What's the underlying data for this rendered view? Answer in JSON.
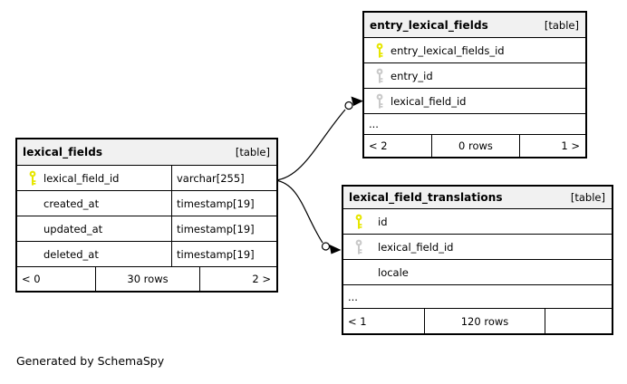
{
  "diagram": {
    "generator_note": "Generated by SchemaSpy"
  },
  "colors": {
    "background": "#ffffff",
    "header_bg": "#f1f1f1",
    "border": "#000000",
    "relationship_line": "#000000",
    "primary_key": "#e6e600",
    "foreign_key": "#c9c9c9"
  },
  "tables": {
    "entry_lexical_fields": {
      "name": "entry_lexical_fields",
      "kind": "[table]",
      "columns": [
        {
          "name": "entry_lexical_fields_id",
          "key": "primary"
        },
        {
          "name": "entry_id",
          "key": "foreign"
        },
        {
          "name": "lexical_field_id",
          "key": "foreign"
        }
      ],
      "ellipsis": "...",
      "footer": {
        "prev": "< 2",
        "rows": "0 rows",
        "next": "1 >"
      }
    },
    "lexical_fields": {
      "name": "lexical_fields",
      "kind": "[table]",
      "columns": [
        {
          "name": "lexical_field_id",
          "type": "varchar[255]",
          "key": "primary"
        },
        {
          "name": "created_at",
          "type": "timestamp[19]",
          "key": "none"
        },
        {
          "name": "updated_at",
          "type": "timestamp[19]",
          "key": "none"
        },
        {
          "name": "deleted_at",
          "type": "timestamp[19]",
          "key": "none"
        }
      ],
      "footer": {
        "prev": "< 0",
        "rows": "30 rows",
        "next": "2 >"
      }
    },
    "lexical_field_translations": {
      "name": "lexical_field_translations",
      "kind": "[table]",
      "columns": [
        {
          "name": "id",
          "key": "primary"
        },
        {
          "name": "lexical_field_id",
          "key": "foreign"
        },
        {
          "name": "locale",
          "key": "none"
        }
      ],
      "ellipsis": "...",
      "footer": {
        "prev": "< 1",
        "rows": "120 rows",
        "next": ""
      }
    }
  },
  "relationships": [
    {
      "from_table": "lexical_fields",
      "from_column": "lexical_field_id",
      "to_table": "entry_lexical_fields",
      "to_column": "lexical_field_id"
    },
    {
      "from_table": "lexical_fields",
      "from_column": "lexical_field_id",
      "to_table": "lexical_field_translations",
      "to_column": "lexical_field_id"
    }
  ]
}
